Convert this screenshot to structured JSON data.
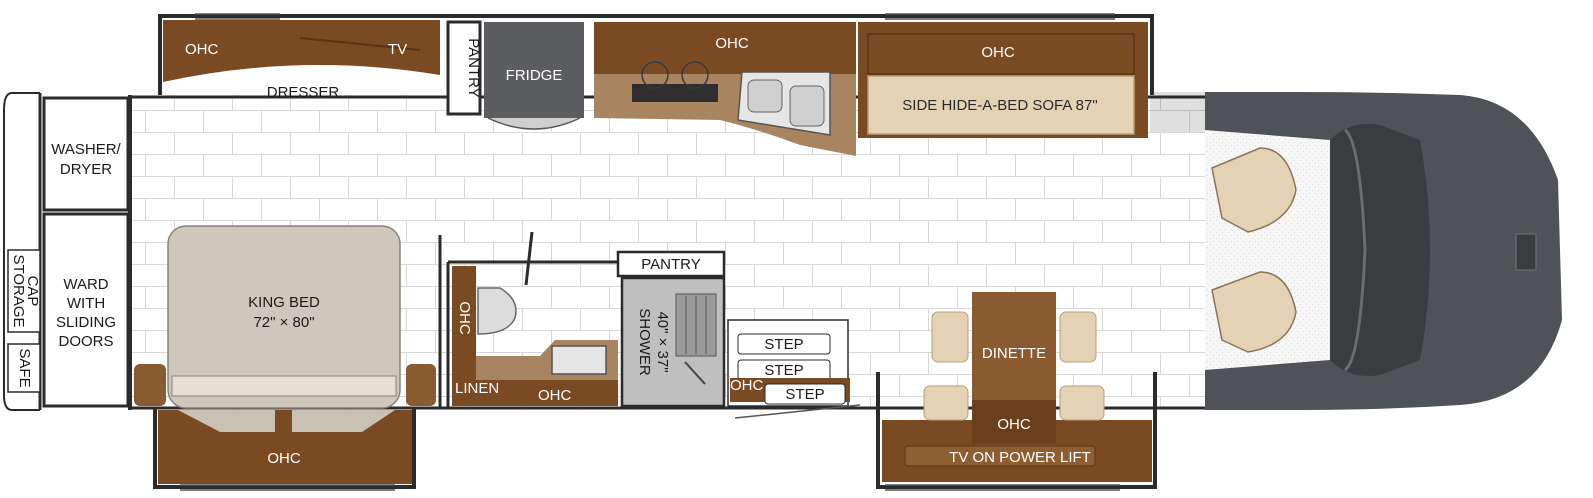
{
  "floorplan": {
    "rooms": {
      "ohc_dresser": "OHC",
      "tv_dresser": "TV",
      "dresser": "DRESSER",
      "pantry_top": "PANTRY",
      "fridge": "FRIDGE",
      "ohc_kitchen": "OHC",
      "ohc_sofa": "OHC",
      "sofa": "SIDE HIDE-A-BED SOFA 87\"",
      "washer_1": "WASHER/",
      "washer_2": "DRYER",
      "ward_1": "WARD",
      "ward_2": "WITH",
      "ward_3": "SLIDING",
      "ward_4": "DOORS",
      "cap_1": "CAP",
      "cap_2": "STORAGE",
      "safe": "SAFE",
      "bed_1": "KING BED",
      "bed_2": "72\" × 80\"",
      "ohc_bed": "OHC",
      "ohc_bath_side": "OHC",
      "linen": "LINEN",
      "ohc_bath": "OHC",
      "pantry_bath": "PANTRY",
      "shower_1": "SHOWER",
      "shower_2": "40\" × 37\"",
      "ohc_step": "OHC",
      "step_1": "STEP",
      "step_2": "STEP",
      "step_3": "STEP",
      "dinette": "DINETTE",
      "ohc_dinette": "OHC",
      "tv_lift": "TV ON POWER LIFT"
    },
    "colors": {
      "cabinet_brown": "#7a4a23",
      "counter_tan": "#a88560",
      "sofa_beige": "#e3d3b4",
      "appliance_gray": "#6a6a6a",
      "cab_gray": "#4f5256",
      "wall_dark": "#2b2b2b"
    }
  }
}
